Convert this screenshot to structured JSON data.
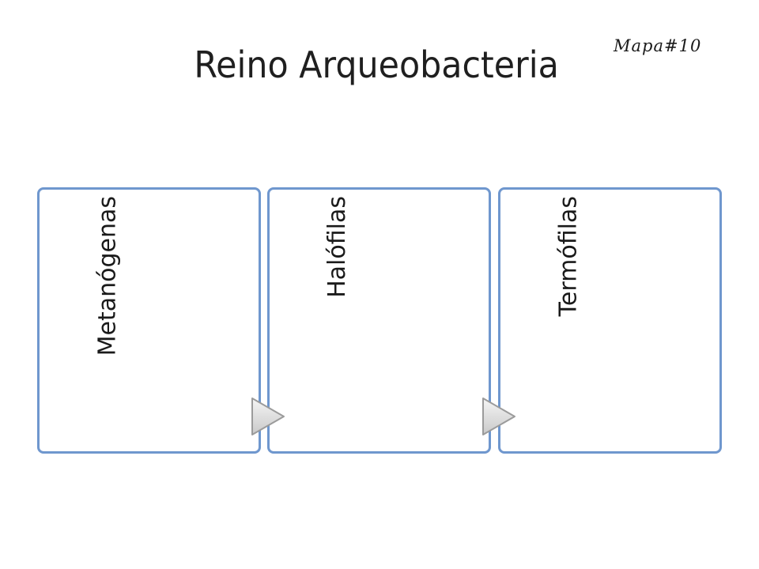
{
  "diagram": {
    "title": "Reino Arqueobacteria",
    "tag": "Mapa#10",
    "border_color": "#6f97ce",
    "arrow_fill_light": "#f3f3f3",
    "arrow_fill_dark": "#cfcfcf",
    "arrow_stroke": "#9b9b9b",
    "stages": [
      {
        "label": "Metanógenas"
      },
      {
        "label": "Halófilas"
      },
      {
        "label": "Termófilas"
      }
    ],
    "arrows": [
      {
        "icon": "play-triangle-icon"
      },
      {
        "icon": "play-triangle-icon"
      }
    ]
  }
}
